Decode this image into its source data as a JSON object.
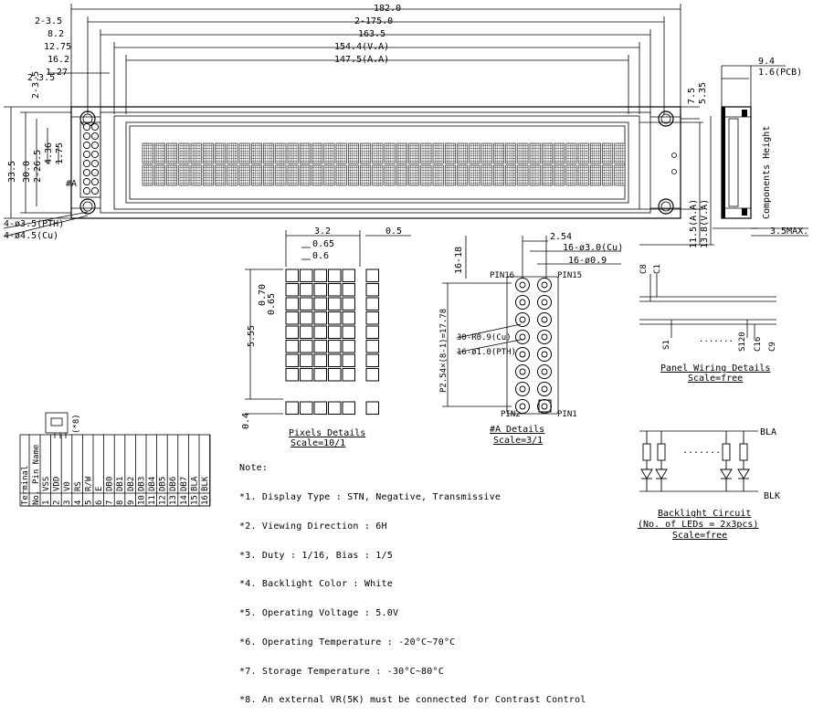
{
  "outline_dims": {
    "overall_width": "182.0",
    "hole_offset": "2-3.5",
    "hole_pitch": "2-175.0",
    "bezel_offset": "8.2",
    "bezel_width": "163.5",
    "va_offset": "12.75",
    "va_width": "154.4(V.A)",
    "aa_offset": "16.2",
    "aa_width": "147.5(A.A)",
    "top_hole_offset": "2-3.5",
    "pin_offset": "1.27",
    "overall_height": "33.5",
    "pcb_height": "30.0",
    "hole_pitch_v": "2-26.5",
    "char_w": "4.36",
    "char_h": "1.75",
    "right_7_5": "7.5",
    "right_5_35": "5.35",
    "va_height": "11.5(A.A)",
    "aa_height": "13.8(V.A)",
    "side_thickness": "9.4",
    "pcb_thickness": "1.6(PCB)",
    "components_height": "Components Height",
    "side_max": "3.5MAX.",
    "pth_holes": "4-ø3.5(PTH)",
    "cu_pads": "4-ø4.5(Cu)",
    "detail_marker": "#A"
  },
  "pixels": {
    "w_3_2": "3.2",
    "w_0_65": "0.65",
    "w_0_6": "0.6",
    "w_0_5": "0.5",
    "h_0_70": "0.70",
    "h_0_65": "0.65",
    "h_5_55": "5.55",
    "h_0_4": "0.4",
    "title": "Pixels Details",
    "scale": "Scale=10/1"
  },
  "detail_a": {
    "dim_16_18": "16-18",
    "pitch": "2.54",
    "cu_dim": "16-ø3.0(Cu)",
    "hole_dim": "16-ø0.9",
    "pin16": "PIN16",
    "pin15": "PIN15",
    "pin2": "PIN2",
    "pin1": "PIN1",
    "cu_note": "30-R0.9(Cu)",
    "pth_note": "16-ø1.0(PTH)",
    "span": "P2.54×(8-1)=17.78",
    "title": "#A Details",
    "scale": "Scale=3/1"
  },
  "panel_wiring": {
    "c8": "C8",
    "c1": "C1",
    "s1": "S1",
    "s120": "S120",
    "c16": "C16",
    "c9": "C9",
    "dots": ".......",
    "title": "Panel Wiring Details",
    "scale": "Scale=free"
  },
  "backlight": {
    "bla": "BLA",
    "blk": "BLK",
    "dots": ".......",
    "title": "Backlight Circuit",
    "subtitle": "(No. of LEDs = 2x3pcs)",
    "scale": "Scale=free"
  },
  "pin_table": {
    "header_terminal": "Terminal",
    "header_no": "No.",
    "header_pin_name": "Pin Name",
    "note_mark": "(*8)",
    "rows": [
      {
        "no": "1",
        "name": "VSS"
      },
      {
        "no": "2",
        "name": "VDD"
      },
      {
        "no": "3",
        "name": "V0"
      },
      {
        "no": "4",
        "name": "RS"
      },
      {
        "no": "5",
        "name": "R/W"
      },
      {
        "no": "6",
        "name": "E"
      },
      {
        "no": "7",
        "name": "DB0"
      },
      {
        "no": "8",
        "name": "DB1"
      },
      {
        "no": "9",
        "name": "DB2"
      },
      {
        "no": "10",
        "name": "DB3"
      },
      {
        "no": "11",
        "name": "DB4"
      },
      {
        "no": "12",
        "name": "DB5"
      },
      {
        "no": "13",
        "name": "DB6"
      },
      {
        "no": "14",
        "name": "DB7"
      },
      {
        "no": "15",
        "name": "BLA"
      },
      {
        "no": "16",
        "name": "BLK"
      }
    ]
  },
  "notes": {
    "heading": "Note:",
    "items": [
      "*1. Display Type : STN, Negative, Transmissive",
      "*2. Viewing Direction : 6H",
      "*3. Duty : 1/16, Bias : 1/5",
      "*4. Backlight Color : White",
      "*5. Operating Voltage : 5.0V",
      "*6. Operating Temperature : -20°C~70°C",
      "*7. Storage Temperature : -30°C~80°C",
      "*8. An external VR(5K) must be connected for Contrast Control"
    ]
  }
}
